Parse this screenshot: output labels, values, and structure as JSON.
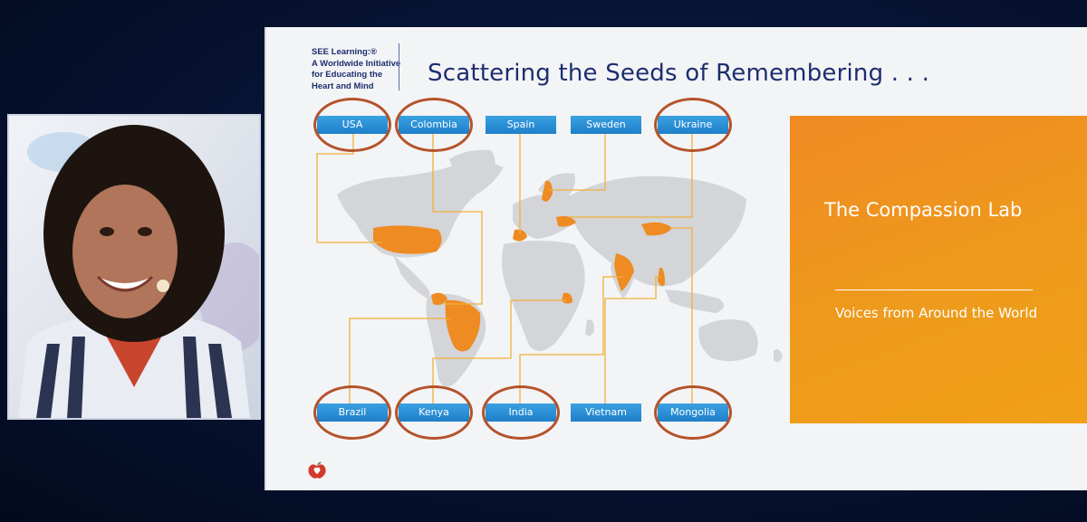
{
  "slide": {
    "brand_lines": [
      "SEE Learning:®",
      "A Worldwide Initiative",
      "for Educating the",
      "Heart and Mind"
    ],
    "title": "Scattering the Seeds of Remembering  . . .",
    "top_countries": [
      {
        "label": "USA",
        "circled": true
      },
      {
        "label": "Colombia",
        "circled": true
      },
      {
        "label": "Spain",
        "circled": false
      },
      {
        "label": "Sweden",
        "circled": false
      },
      {
        "label": "Ukraine",
        "circled": true
      }
    ],
    "bottom_countries": [
      {
        "label": "Brazil",
        "circled": true
      },
      {
        "label": "Kenya",
        "circled": true
      },
      {
        "label": "India",
        "circled": true
      },
      {
        "label": "Vietnam",
        "circled": false
      },
      {
        "label": "Mongolia",
        "circled": true
      }
    ],
    "panel": {
      "title": "The Compassion Lab",
      "subtitle": "Voices from Around the World"
    }
  },
  "colors": {
    "title_navy": "#1d2e6e",
    "country_box_blue": "#2a8fd6",
    "highlight_orange": "#f08a22",
    "circle_rust": "#b5532a",
    "map_gray": "#d3d5d9"
  },
  "icons": {
    "logo": "apple-heart-icon"
  }
}
